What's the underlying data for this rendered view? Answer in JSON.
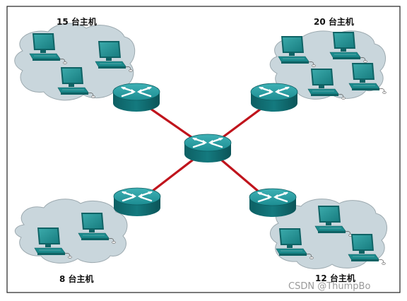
{
  "groups": [
    {
      "id": "top-left",
      "label": "15 台主机"
    },
    {
      "id": "top-right",
      "label": "20 台主机"
    },
    {
      "id": "bottom-left",
      "label": "8 台主机"
    },
    {
      "id": "bottom-right",
      "label": "12 台主机"
    }
  ],
  "watermark": "CSDN @ThumpBo",
  "colors": {
    "link": "#c0141c",
    "cloud": "#c9d6dc",
    "router": "#157f84",
    "host": "#1f8b8b",
    "frame": "#222222"
  }
}
